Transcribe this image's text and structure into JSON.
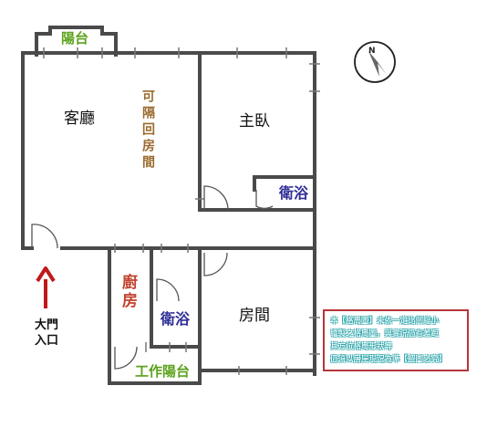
{
  "rooms": {
    "balcony": "陽台",
    "living_room": "客廳",
    "divider_note": "可隔回房間",
    "master_bedroom": "主臥",
    "master_bath": "衛浴",
    "kitchen": "廚房",
    "bath": "衛浴",
    "bedroom": "房間",
    "work_balcony": "工作陽台"
  },
  "entrance": {
    "line1": "大門",
    "line2": "入口"
  },
  "compass": {
    "north_label": "N"
  },
  "disclaimer": [
    "本【格局圖】未依一定比例縮小",
    "繪製之格局圖，與實況仍有差距",
    "其方位格局形狀等",
    "仍須以房屋現況為準【盜圖必究】"
  ],
  "colors": {
    "wall": "#4a4a4a",
    "balcony_text": "#5aa21a",
    "bath_text": "#2e2e96",
    "kitchen_text": "#c2432f",
    "note_text": "#9a6b2e",
    "arrow": "#c01818",
    "disclaimer_border": "#b5363a",
    "disclaimer_text_outline": "#2aa4aa"
  }
}
